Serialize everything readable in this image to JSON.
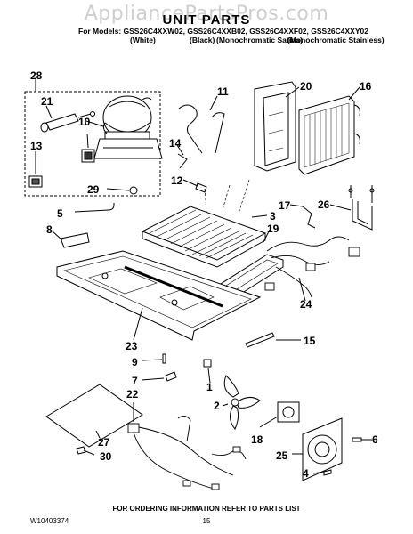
{
  "watermark": "AppliancePartsPros.com",
  "header": {
    "title": "UNIT PARTS",
    "models_line": "For Models: GSS26C4XXW02, GSS26C4XXB02, GSS26C4XXF02, GSS26C4XXY02",
    "color_white": "(White)",
    "color_black": "(Black)",
    "color_satina": "(Monochromatic Satina)",
    "color_stainless": "(Monochromatic Stainless)"
  },
  "callouts": {
    "c1": "1",
    "c2": "2",
    "c3": "3",
    "c4": "4",
    "c5": "5",
    "c6": "6",
    "c7": "7",
    "c8": "8",
    "c9": "9",
    "c10": "10",
    "c11": "11",
    "c12": "12",
    "c13": "13",
    "c14": "14",
    "c15": "15",
    "c16": "16",
    "c17": "17",
    "c18": "18",
    "c19": "19",
    "c20": "20",
    "c21": "21",
    "c22": "22",
    "c23": "23",
    "c24": "24",
    "c25": "25",
    "c26": "26",
    "c27": "27",
    "c28": "28",
    "c29": "29",
    "c30": "30"
  },
  "footer": {
    "doc_number": "W10403374",
    "ordering_info": "FOR ORDERING INFORMATION REFER TO PARTS LIST",
    "page": "15"
  }
}
